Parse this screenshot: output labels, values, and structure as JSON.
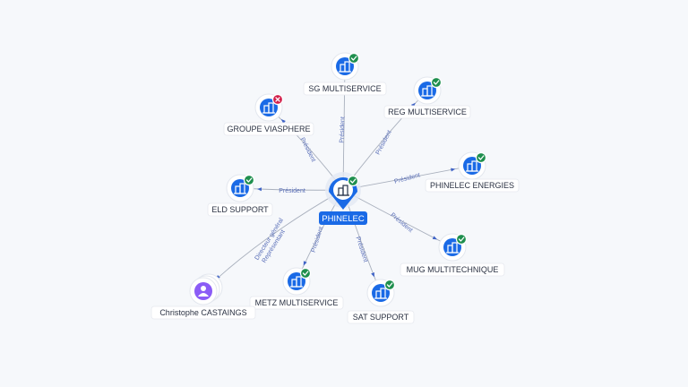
{
  "colors": {
    "company": "#1a6ae6",
    "person": "#8b5cf6",
    "active": "#1f8f4e",
    "inactive": "#d21e4a",
    "edge": "#a9b0bd",
    "edge_label": "#5a6fb8",
    "center_label_bg": "#1a6ae6"
  },
  "center": {
    "label": "PHINELEC",
    "icon": "building-icon",
    "status": "active"
  },
  "nodes": [
    {
      "id": "sg",
      "label": "SG MULTISERVICE",
      "type": "company",
      "icon": "building-icon",
      "status": "active",
      "edge_label": "Président"
    },
    {
      "id": "reg",
      "label": "REG MULTISERVICE",
      "type": "company",
      "icon": "building-icon",
      "status": "active",
      "edge_label": "Président"
    },
    {
      "id": "groupe",
      "label": "GROUPE VIASPHERE",
      "type": "company",
      "icon": "building-icon",
      "status": "inactive",
      "edge_label": "Président"
    },
    {
      "id": "phinelec_en",
      "label": "PHINELEC ENERGIES",
      "type": "company",
      "icon": "building-icon",
      "status": "active",
      "edge_label": "Président"
    },
    {
      "id": "eld",
      "label": "ELD SUPPORT",
      "type": "company",
      "icon": "building-icon",
      "status": "active",
      "edge_label": "Président"
    },
    {
      "id": "mug",
      "label": "MUG MULTITECHNIQUE",
      "type": "company",
      "icon": "building-icon",
      "status": "active",
      "edge_label": "Président"
    },
    {
      "id": "metz",
      "label": "METZ MULTISERVICE",
      "type": "company",
      "icon": "building-icon",
      "status": "active",
      "edge_label": "Président"
    },
    {
      "id": "sat",
      "label": "SAT SUPPORT",
      "type": "company",
      "icon": "building-icon",
      "status": "active",
      "edge_label": "Président"
    },
    {
      "id": "christophe",
      "label": "Christophe CASTAINGS",
      "type": "person",
      "icon": "person-icon",
      "status": "none",
      "edge_label": "Directeur général",
      "edge_label2": "Représentant"
    }
  ]
}
